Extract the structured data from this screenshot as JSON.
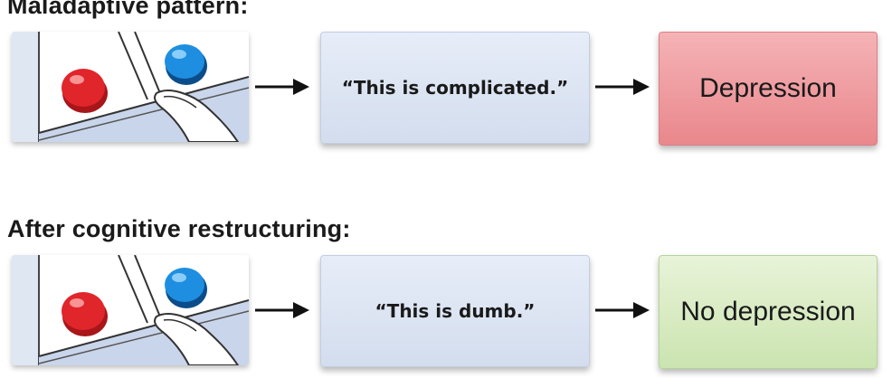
{
  "rows": [
    {
      "heading": "Maladaptive pattern:",
      "thought": "“This is complicated.”",
      "outcome": "Depression",
      "outcome_color": "#ec9297"
    },
    {
      "heading": "After cognitive restructuring:",
      "thought": "“This is dumb.”",
      "outcome": "No depression",
      "outcome_color": "#d5eabd"
    }
  ],
  "icons": {
    "panel": "two-buttons-meme-icon",
    "arrow": "right-arrow-icon"
  },
  "colors": {
    "red_button": "#e0262b",
    "blue_button": "#1e8fe0",
    "thought_box": "#dbe4f2"
  }
}
